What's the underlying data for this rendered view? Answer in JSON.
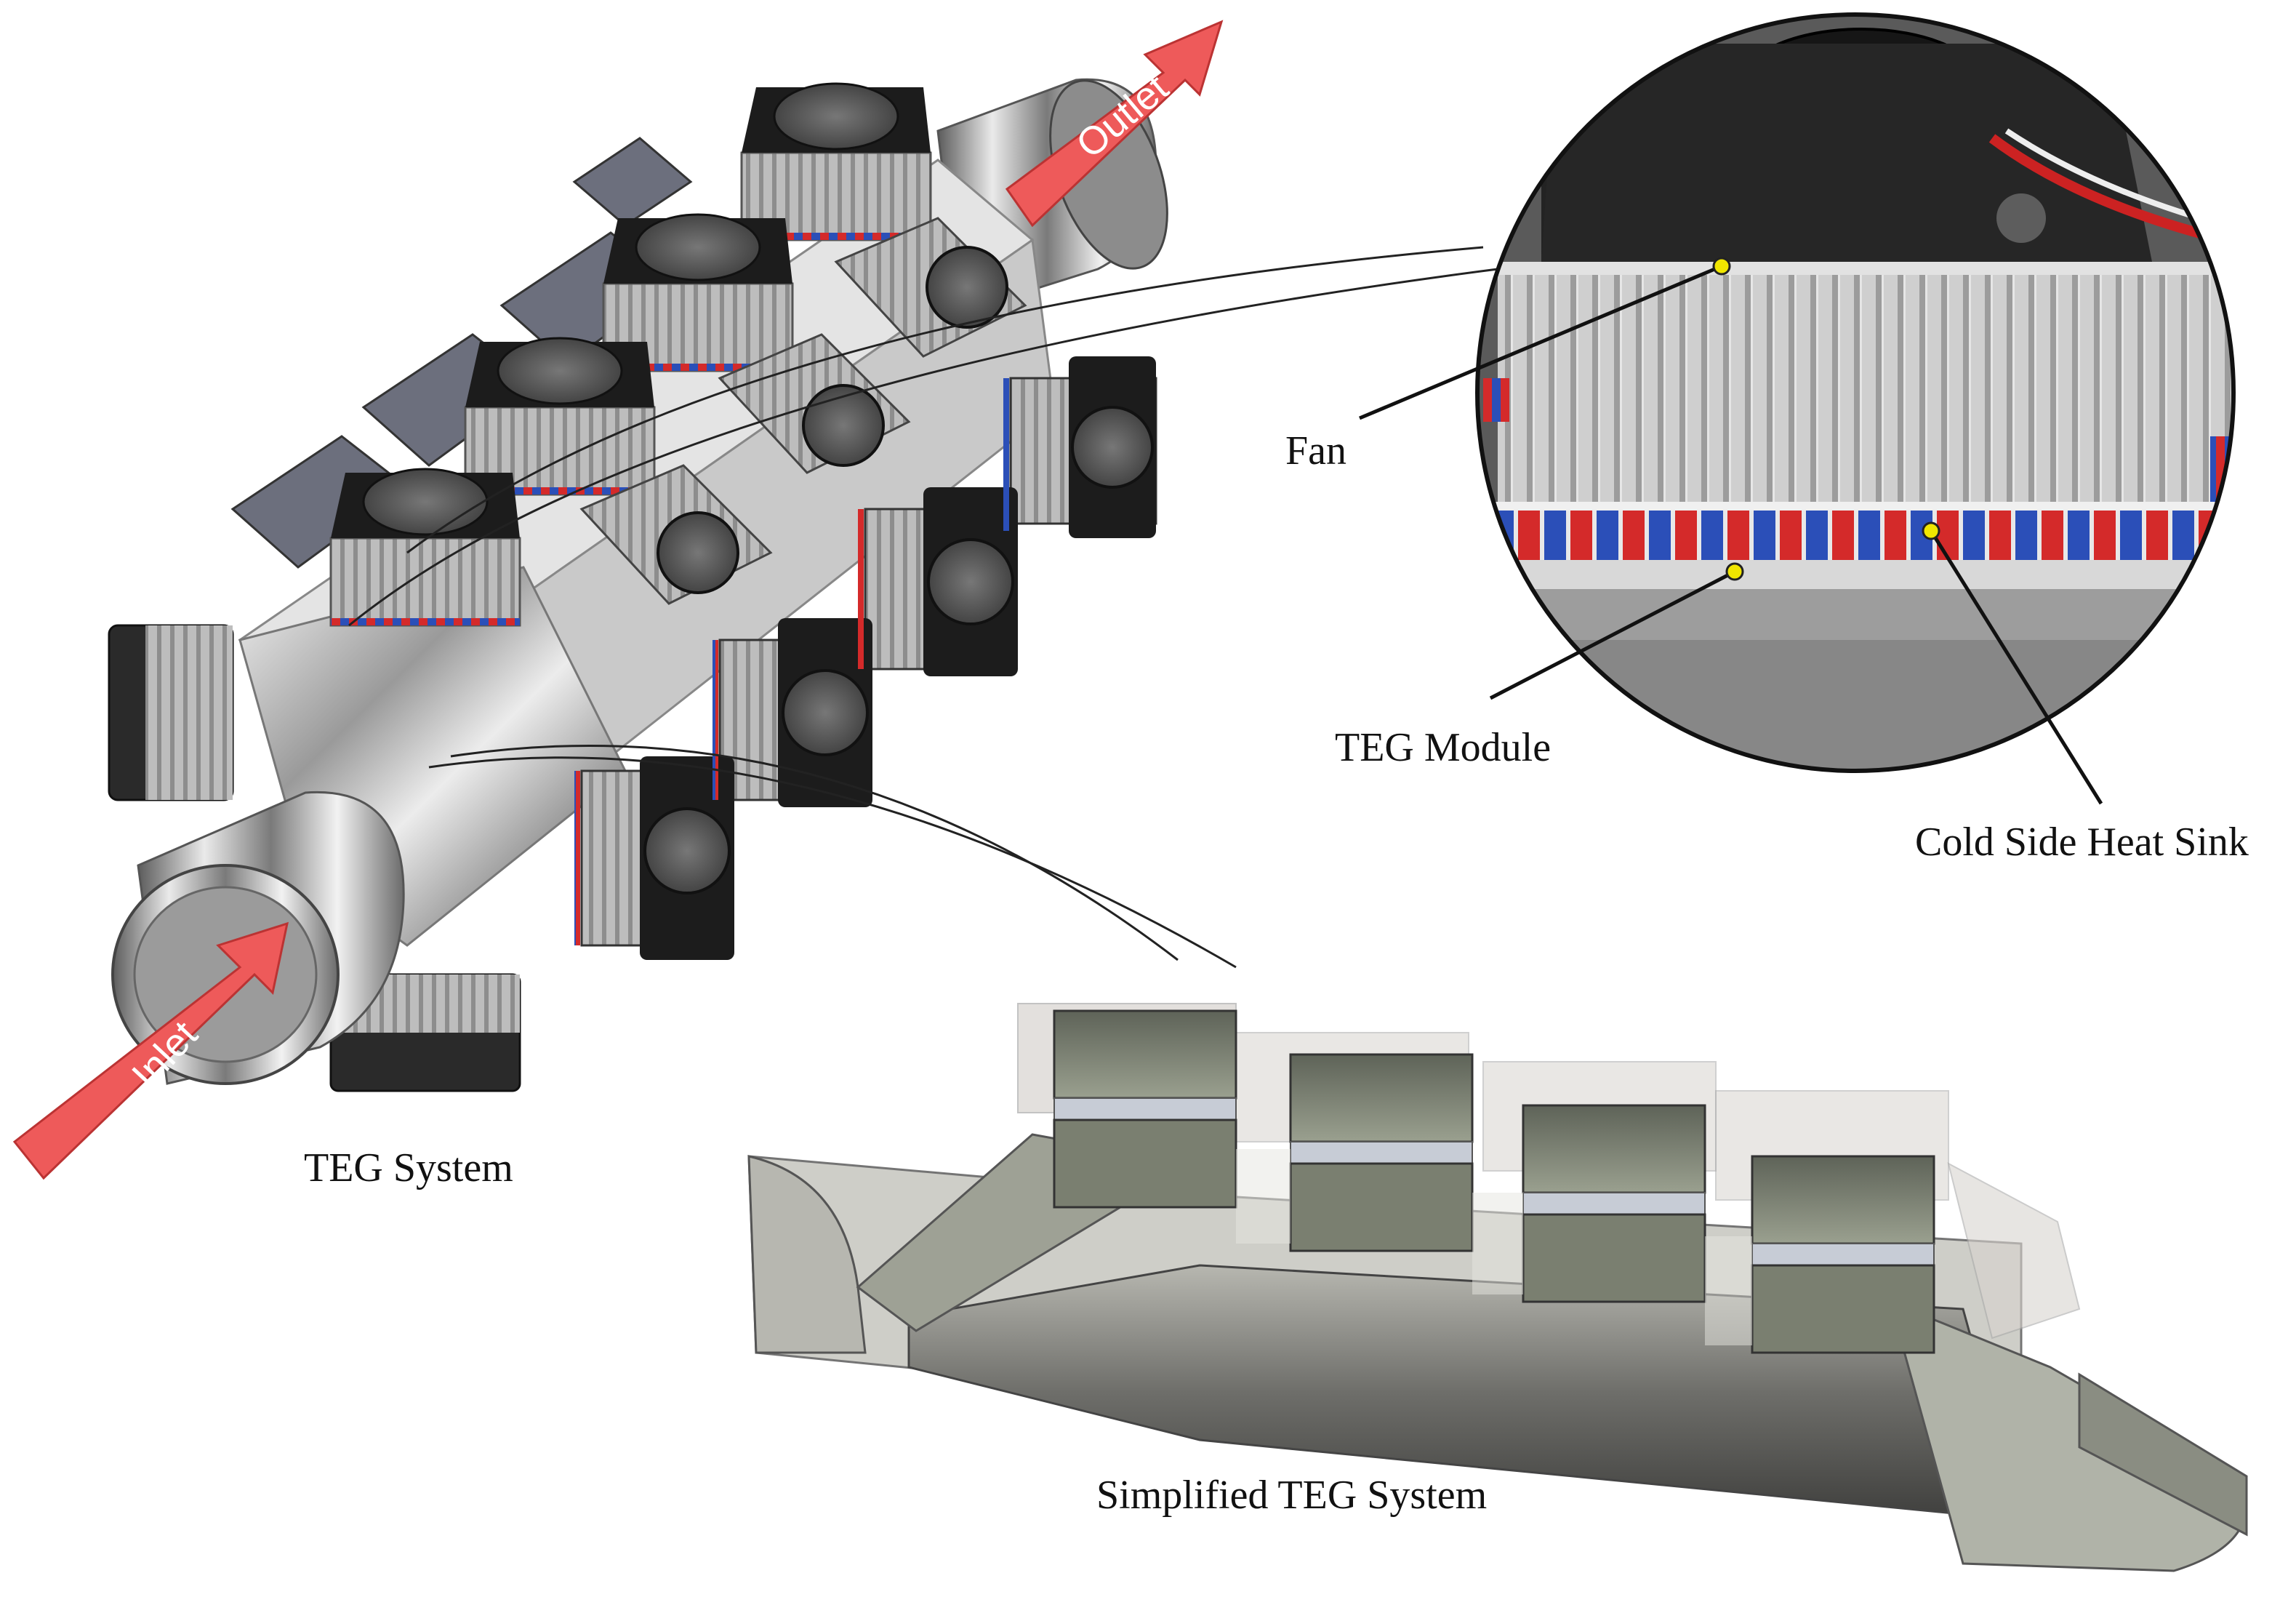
{
  "captions": {
    "teg_system": "TEG System",
    "simplified_teg_system": "Simplified TEG System"
  },
  "arrows": {
    "inlet": "Inlet",
    "outlet": "Outlet"
  },
  "callouts": {
    "fan": "Fan",
    "teg_module": "TEG Module",
    "cold_side_heat_sink": "Cold Side Heat Sink"
  },
  "colors": {
    "arrow_red": "#ee5a5a",
    "teg_red": "#d42a2a",
    "teg_blue": "#2b4fb8",
    "heatsink_gray": "#b9b9b9",
    "fan_black": "#1c1c1c",
    "marker_yellow": "#f0e600",
    "metal_light": "#dcdcdc",
    "simplified_green_gray": "#7d8274"
  }
}
